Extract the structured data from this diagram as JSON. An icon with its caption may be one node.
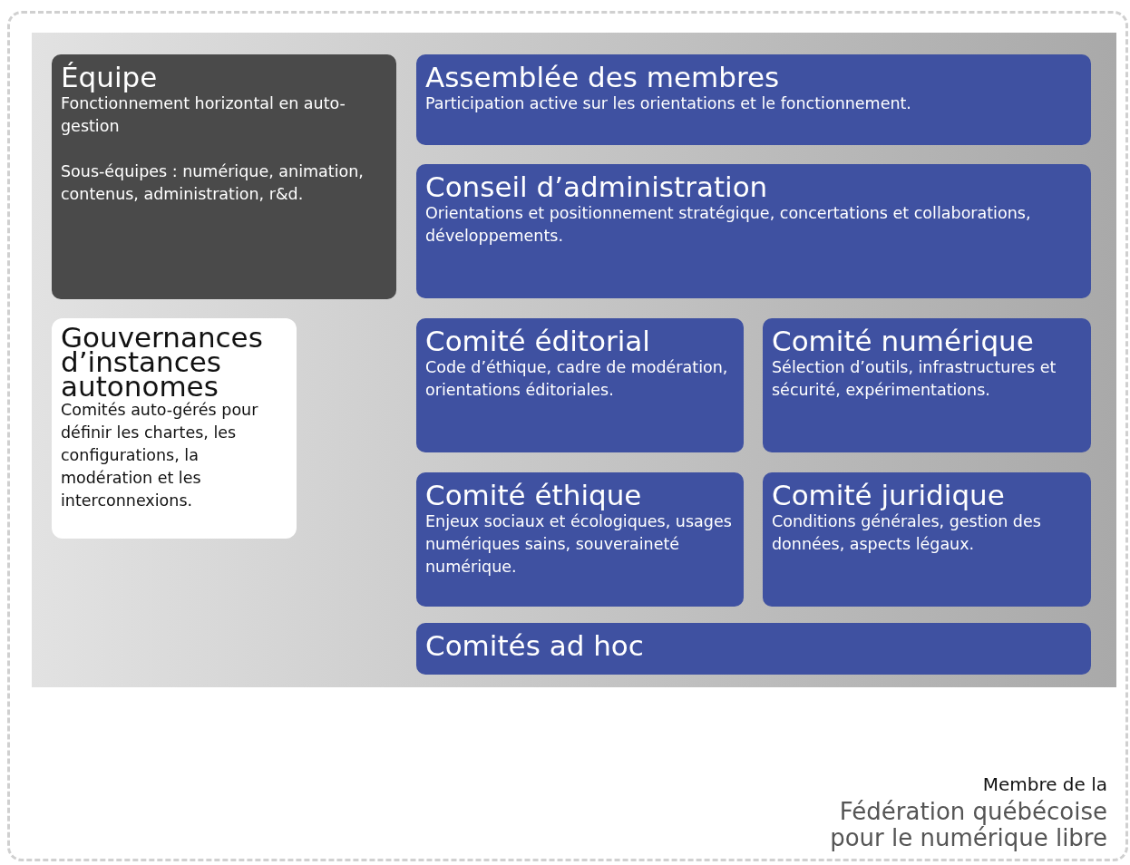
{
  "diagram": {
    "nodes": [
      {
        "text": [],
        "shape": "box"
      },
      {
        "text": [],
        "shape": "box",
        "in": 0
      },
      {
        "text": [
          "Équipe",
          "Fonctionnement horizontal en auto-gestion",
          "Sous-équipes : numérique, animation, contenus, administration, r&d."
        ],
        "in": 1
      },
      {
        "text": [
          "Gouvernances d’instances autonomes",
          "Comités auto-gérés pour définir les chartes, les configurations, la modération et les interconnexions."
        ],
        "in": 1
      },
      {
        "text": [
          "Assemblée des membres",
          "Participation active sur les orientations et le fonctionnement."
        ],
        "in": 1
      },
      {
        "text": [
          "Conseil d’administration",
          "Orientations et positionnement stratégique, concertations et collaborations, développements."
        ],
        "in": 1
      },
      {
        "text": [
          "Comité éditorial",
          "Code d’éthique, cadre de modération, orientations éditoriales."
        ],
        "in": 1
      },
      {
        "text": [
          "Comité numérique",
          "Sélection d’outils, infrastructures et sécurité, expérimentations."
        ],
        "in": 1
      },
      {
        "text": [
          "Comité éthique",
          "Enjeux sociaux et écologiques, usages numériques sains, souveraineté numérique."
        ],
        "in": 1
      },
      {
        "text": [
          "Comité juridique",
          "Conditions générales, gestion des données, aspects légaux."
        ],
        "in": 1
      },
      {
        "text": [
          "Comités ad hoc"
        ],
        "in": 1
      }
    ],
    "edges": [],
    "labels": [
      "Membre de la",
      "Fédération québécoise pour le numérique libre"
    ]
  }
}
